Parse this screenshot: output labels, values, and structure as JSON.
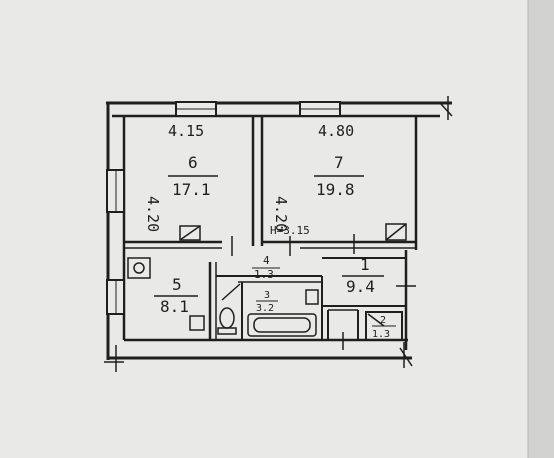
{
  "plan": {
    "ceiling_height": "H=3.15",
    "rooms": [
      {
        "number": "6",
        "area": "17.1",
        "width_label": "4.15",
        "length_label": "4.20"
      },
      {
        "number": "7",
        "area": "19.8",
        "width_label": "4.80",
        "length_label": "4.20"
      },
      {
        "number": "5",
        "area": "8.1"
      },
      {
        "number": "4",
        "area": "1.3"
      },
      {
        "number": "1",
        "area": "9.4"
      },
      {
        "number": "3",
        "area": "3.2"
      },
      {
        "number": "2",
        "area": "1.3"
      }
    ]
  },
  "colors": {
    "paper": "#e9e9e7",
    "wall": "#1f1f1f",
    "ink": "#1f1f1f"
  }
}
